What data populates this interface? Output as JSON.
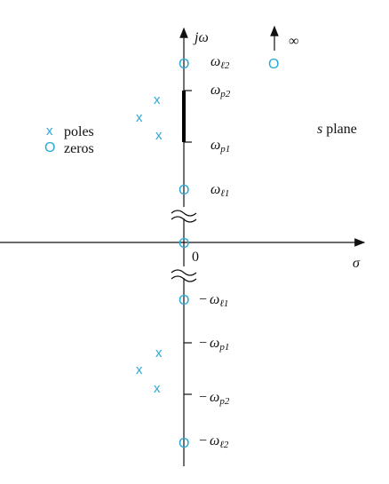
{
  "diagram": {
    "axis_labels": {
      "vertical": "jω",
      "horizontal": "σ",
      "origin": "0"
    },
    "plane_label": "s plane",
    "infinity_symbol": "∞",
    "legend": {
      "poles_symbol": "x",
      "poles_label": "poles",
      "zeros_symbol": "O",
      "zeros_label": "zeros"
    },
    "frequency_labels": {
      "wl2_pos": {
        "prefix": "",
        "main": "ω",
        "sub": "ℓ2"
      },
      "wp2_pos": {
        "prefix": "",
        "main": "ω",
        "sub": "p2"
      },
      "wp1_pos": {
        "prefix": "",
        "main": "ω",
        "sub": "p1"
      },
      "wl1_pos": {
        "prefix": "",
        "main": "ω",
        "sub": "ℓ1"
      },
      "wl1_neg": {
        "prefix": "−",
        "main": "ω",
        "sub": "ℓ1"
      },
      "wp1_neg": {
        "prefix": "−",
        "main": "ω",
        "sub": "p1"
      },
      "wp2_neg": {
        "prefix": "−",
        "main": "ω",
        "sub": "p2"
      },
      "wl2_neg": {
        "prefix": "−",
        "main": "ω",
        "sub": "ℓ2"
      }
    },
    "colors": {
      "marker": "#29a9d6",
      "axis": "#111111",
      "passband_segment": "#000000"
    }
  }
}
